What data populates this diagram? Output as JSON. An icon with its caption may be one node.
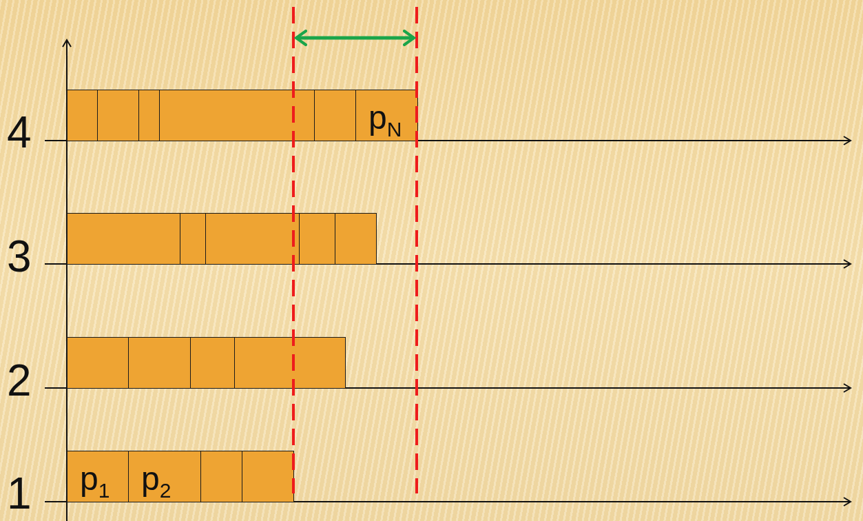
{
  "diagram": {
    "nodes": [
      {
        "text": [],
        "shape": "box"
      },
      {
        "text": [],
        "shape": "box"
      },
      {
        "text": [],
        "shape": "box"
      },
      {
        "text": [],
        "shape": "box"
      },
      {
        "text": [],
        "shape": "box"
      },
      {
        "text": [
          "p$_{N}$"
        ]
      },
      {
        "text": [],
        "shape": "box"
      },
      {
        "text": [],
        "shape": "box"
      },
      {
        "text": [],
        "shape": "box"
      },
      {
        "text": [],
        "shape": "box"
      },
      {
        "text": [],
        "shape": "box"
      },
      {
        "text": [],
        "shape": "box"
      },
      {
        "text": [],
        "shape": "box"
      },
      {
        "text": [],
        "shape": "box"
      },
      {
        "text": [],
        "shape": "box"
      },
      {
        "text": [
          "p$_{1}$"
        ]
      },
      {
        "text": [
          "p$_{2}$"
        ]
      },
      {
        "text": [],
        "shape": "box"
      },
      {
        "text": [],
        "shape": "box"
      }
    ],
    "labels": [
      "4",
      "3",
      "2",
      "1"
    ]
  }
}
